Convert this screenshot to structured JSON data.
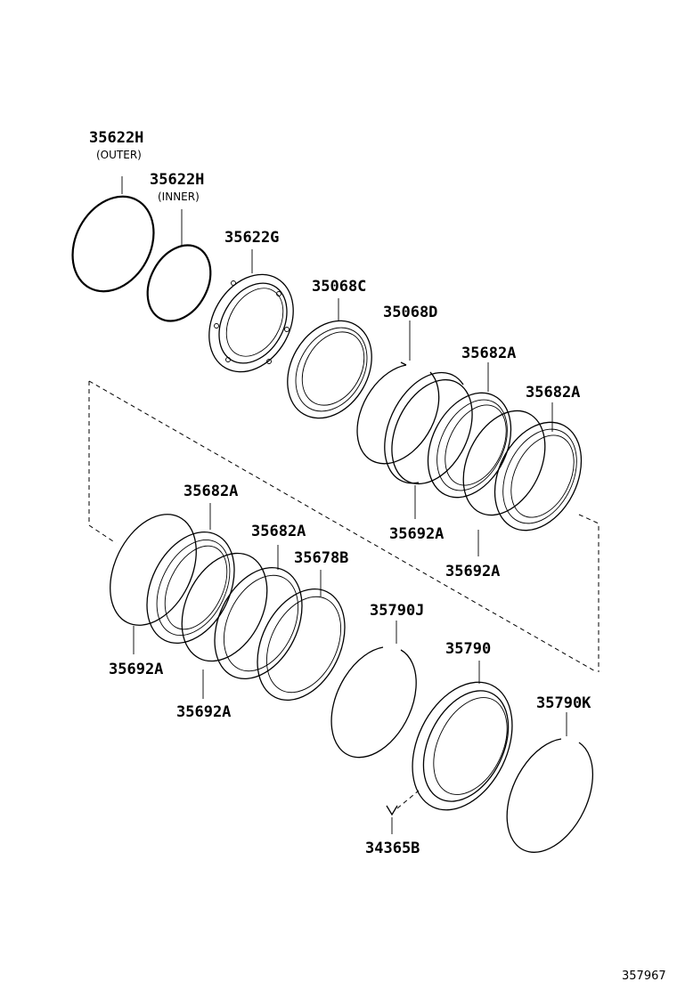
{
  "labels": {
    "seal_outer": "35622H",
    "seal_outer_note": "(OUTER)",
    "seal_inner": "35622H",
    "seal_inner_note": "(INNER)",
    "plate_g": "35622G",
    "plate_c": "35068C",
    "ring_d": "35068D",
    "disc_a1": "35682A",
    "disc_a2": "35682A",
    "plate_a1": "35692A",
    "plate_a2": "35692A",
    "disc_a3": "35682A",
    "disc_a4": "35682A",
    "flange_b": "35678B",
    "plate_a3": "35692A",
    "plate_a4": "35692A",
    "snap_j": "35790J",
    "hub": "35790",
    "snap_k": "35790K",
    "clip_b": "34365B"
  },
  "reference_number": "357967"
}
